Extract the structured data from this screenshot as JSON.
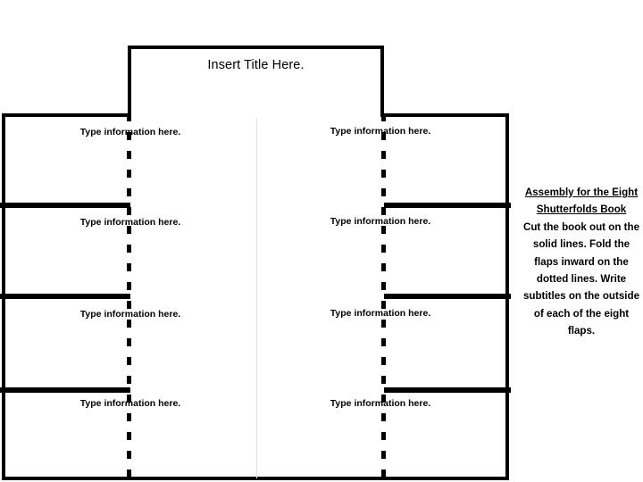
{
  "document": {
    "type": "eight-shutterfolds-book-template",
    "title_placeholder": "Insert Title Here."
  },
  "flaps": {
    "label": "Type information here.",
    "count": 8,
    "rows": 4,
    "columns": 2,
    "items": [
      {
        "id": "flap-row1-left",
        "label": "Type information here."
      },
      {
        "id": "flap-row1-right",
        "label": "Type information here."
      },
      {
        "id": "flap-row2-left",
        "label": "Type information here."
      },
      {
        "id": "flap-row2-right",
        "label": "Type information here."
      },
      {
        "id": "flap-row3-left",
        "label": "Type information here."
      },
      {
        "id": "flap-row3-right",
        "label": "Type information here."
      },
      {
        "id": "flap-row4-left",
        "label": "Type information here."
      },
      {
        "id": "flap-row4-right",
        "label": "Type information here."
      }
    ]
  },
  "instructions": {
    "heading": "Assembly for the Eight Shutterfolds Book",
    "body": "Cut the book out on the solid lines. Fold the flaps inward on the dotted lines. Write subtitles on the outside of each of the eight flaps."
  },
  "colors": {
    "ink": "#000000",
    "paper": "#ffffff",
    "seam": "#e2e2e2"
  }
}
